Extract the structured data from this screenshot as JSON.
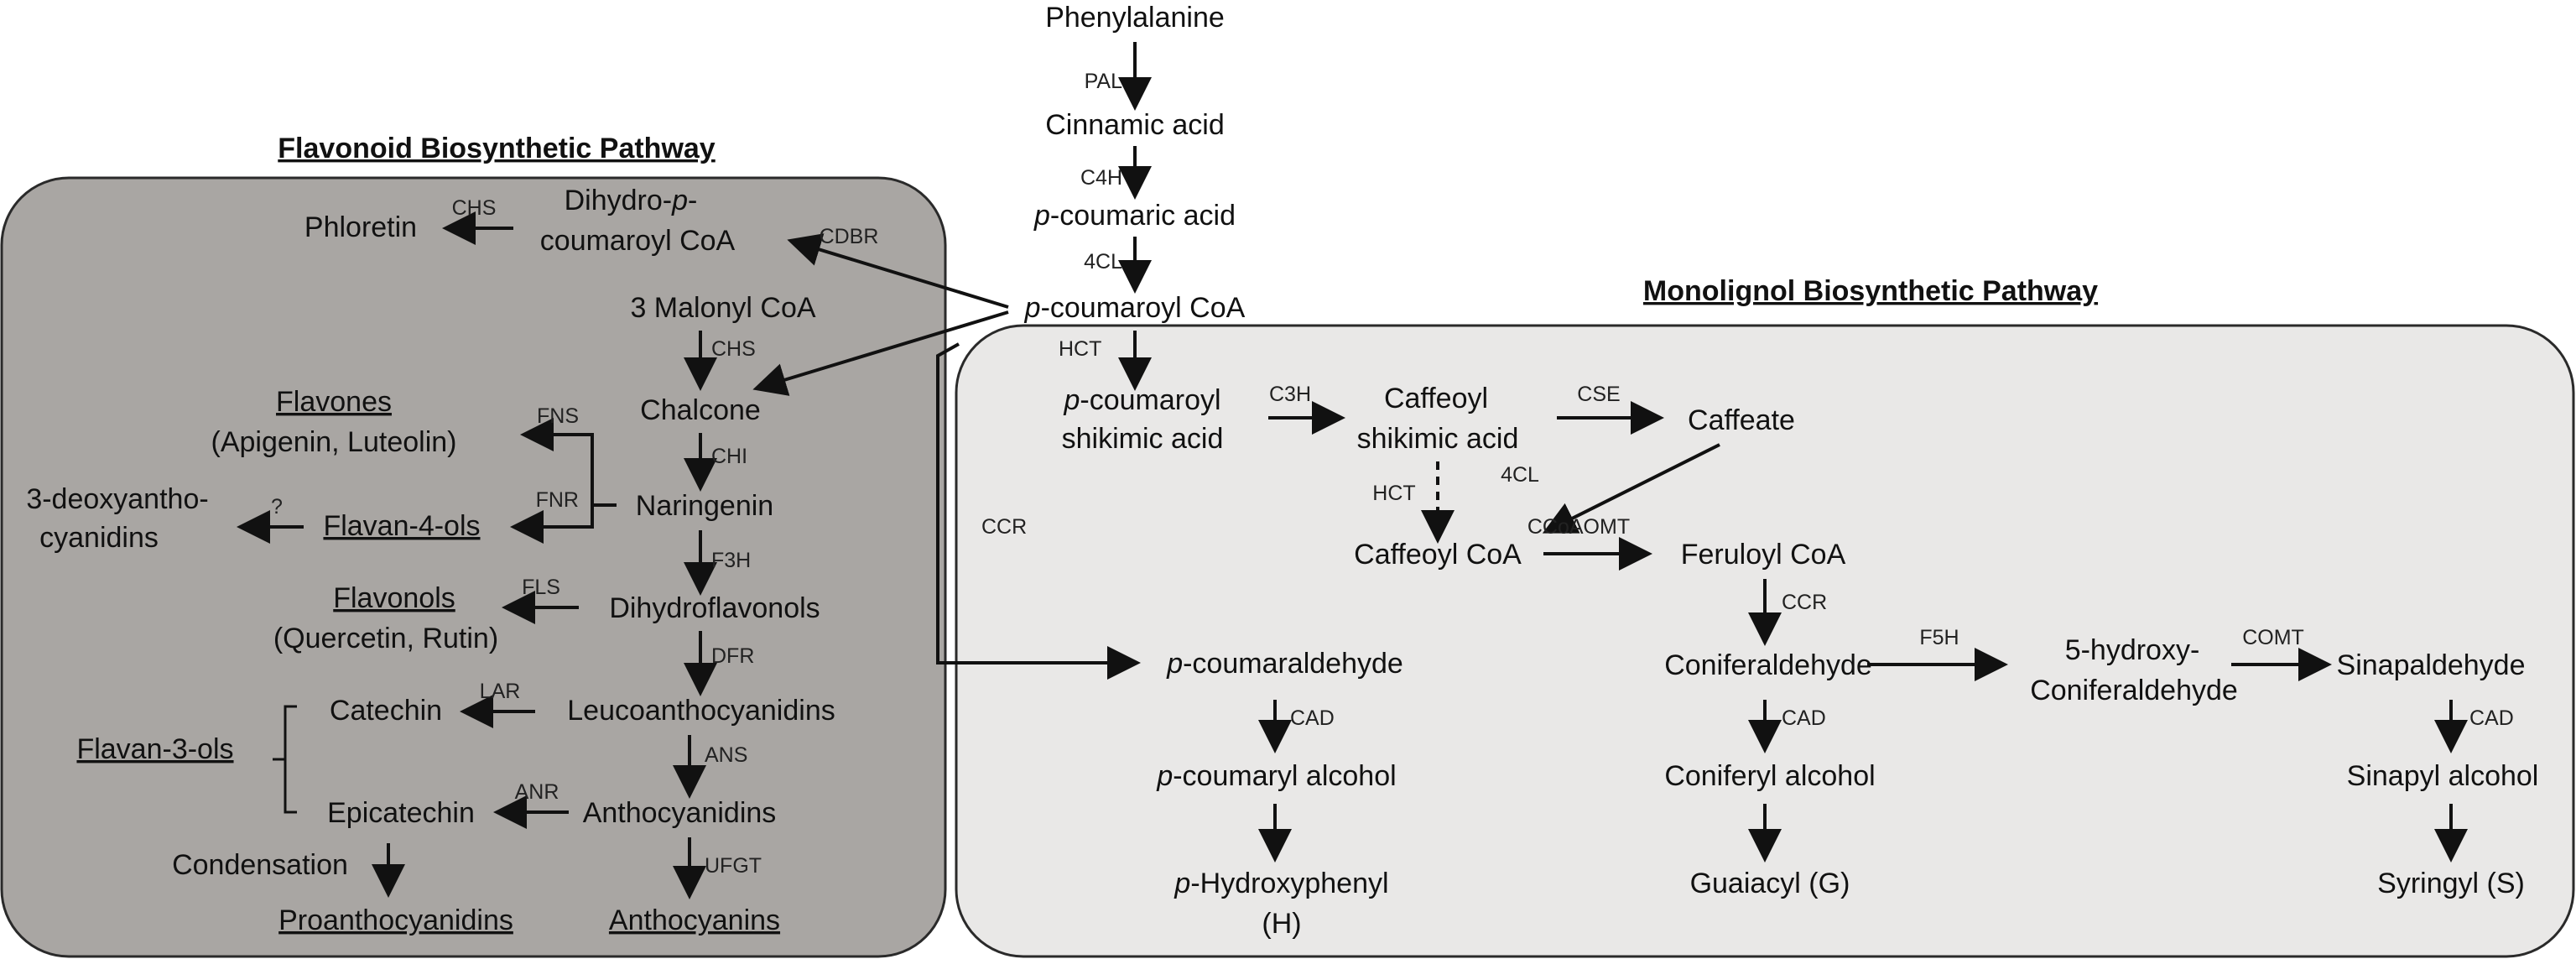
{
  "colors": {
    "flavonoid_panel": "#a9a6a3",
    "monolignol_panel": "#e9e8e7",
    "panel_border": "#2a2a2a",
    "ink": "#111111"
  },
  "titles": {
    "flavonoid": "Flavonoid Biosynthetic Pathway",
    "monolignol": "Monolignol Biosynthetic Pathway"
  },
  "main": {
    "phenylalanine": "Phenylalanine",
    "pal": "PAL",
    "cinnamic_acid": "Cinnamic acid",
    "c4h": "C4H",
    "p_coumaric_prefix": "p",
    "p_coumaric_rest": "-coumaric acid",
    "fourcl": "4CL",
    "p_coumaroyl_prefix": "p",
    "p_coumaroyl_rest": "-coumaroyl CoA"
  },
  "flavonoid": {
    "dihydro_line1_a": "Dihydro-",
    "dihydro_line1_b": "p",
    "dihydro_line1_c": "-",
    "dihydro_line2": "coumaroyl CoA",
    "cdbr": "CDBR",
    "chs_top": "CHS",
    "phloretin": "Phloretin",
    "malonyl": "3 Malonyl  CoA",
    "chs": "CHS",
    "chalcone": "Chalcone",
    "chi": "CHI",
    "naringenin": "Naringenin",
    "fns": "FNS",
    "fnr": "FNR",
    "flavones": "Flavones",
    "flavones_sub": "(Apigenin, Luteolin)",
    "flavan4ols": "Flavan-4-ols",
    "question": "?",
    "deoxy_line1": "3-deoxyantho-",
    "deoxy_line2": "cyanidins",
    "f3h": "F3H",
    "dihydroflavonols": "Dihydroflavonols",
    "fls": "FLS",
    "flavonols": "Flavonols",
    "flavonols_sub": "(Quercetin, Rutin)",
    "dfr": "DFR",
    "leucoanthocyanidins": "Leucoanthocyanidins",
    "lar": "LAR",
    "catechin": "Catechin",
    "flavan3ols": "Flavan-3-ols",
    "ans": "ANS",
    "anthocyanidins": "Anthocyanidins",
    "anr": "ANR",
    "epicatechin": "Epicatechin",
    "condensation": "Condensation",
    "proanthocyanidins": "Proanthocyanidins",
    "ufgt": "UFGT",
    "anthocyanins": "Anthocyanins"
  },
  "monolignol": {
    "hct": "HCT",
    "p_coumaroyl_shik_prefix": "p",
    "p_coumaroyl_shik_rest": "-coumaroyl",
    "shikimic_acid_1": "shikimic acid",
    "c3h": "C3H",
    "caffeoyl": "Caffeoyl",
    "shikimic_acid_2": "shikimic acid",
    "cse": "CSE",
    "caffeate": "Caffeate",
    "hct2": "HCT",
    "fourcl2": "4CL",
    "caffeoyl_coa": "Caffeoyl  CoA",
    "ccoaomt": "CCoAOMT",
    "feruloyl_coa": "Feruloyl CoA",
    "ccr_left": "CCR",
    "ccr": "CCR",
    "p_coumaraldehyde_prefix": "p",
    "p_coumaraldehyde_rest": "-coumaraldehyde",
    "cad1": "CAD",
    "p_coumaryl_prefix": "p",
    "p_coumaryl_rest": "-coumaryl alcohol",
    "p_hydroxyphenyl_prefix": "p",
    "p_hydroxyphenyl_rest": "-Hydroxyphenyl",
    "h_label": "(H)",
    "coniferaldehyde": "Coniferaldehyde",
    "cad2": "CAD",
    "coniferyl_alcohol": "Coniferyl  alcohol",
    "guaiacyl": "Guaiacyl (G)",
    "f5h": "F5H",
    "hydroxy_line1": "5-hydroxy-",
    "hydroxy_line2": "Coniferaldehyde",
    "comt": "COMT",
    "sinapaldehyde": "Sinapaldehyde",
    "cad3": "CAD",
    "sinapyl_alcohol": "Sinapyl  alcohol",
    "syringyl": "Syringyl  (S)"
  }
}
